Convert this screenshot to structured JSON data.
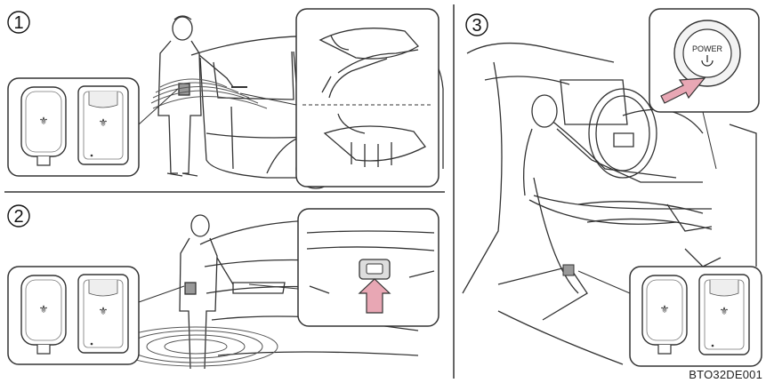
{
  "steps": [
    {
      "number": "1"
    },
    {
      "number": "2"
    },
    {
      "number": "3"
    }
  ],
  "power_button": {
    "label": "POWER",
    "icon": "power-icon"
  },
  "figure_code": "BTO32DE001",
  "colors": {
    "arrow": "#e8a7b4",
    "line": "#333333",
    "frame_fill": "#ffffff"
  }
}
